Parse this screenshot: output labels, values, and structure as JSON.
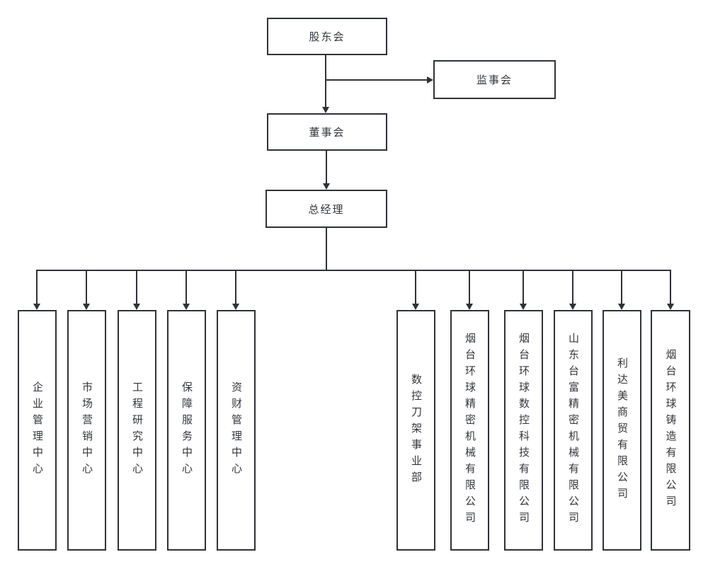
{
  "diagram": {
    "type": "org-chart",
    "colors": {
      "line": "#2f3237",
      "text": "#33363b",
      "background": "#ffffff"
    },
    "nodes": {
      "shareholders": "股东会",
      "supervisory": "监事会",
      "board": "董事会",
      "general_manager": "总经理",
      "departments": [
        "企业管理中心",
        "市场营销中心",
        "工程研究中心",
        "保障服务中心",
        "资财管理中心",
        "数控刀架事业部",
        "烟台环球精密机械有限公司",
        "烟台环球数控科技有限公司",
        "山东台富精密机械有限公司",
        "利达美商贸有限公司",
        "烟台环球铸造有限公司"
      ]
    }
  }
}
